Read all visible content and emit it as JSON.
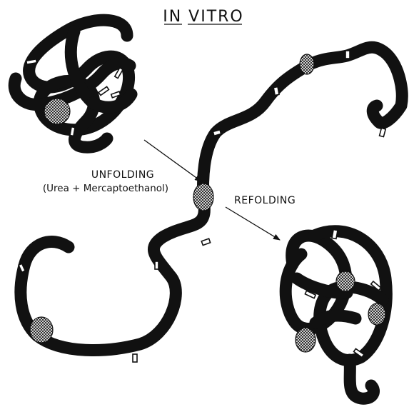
{
  "title": "IN VITRO",
  "unfolding_label": "UNFOLDING",
  "unfolding_agents": "(Urea + Mercaptoethanol)",
  "refolding_label": "REFOLDING",
  "colors": {
    "chain": "#111111",
    "background": "#ffffff"
  }
}
